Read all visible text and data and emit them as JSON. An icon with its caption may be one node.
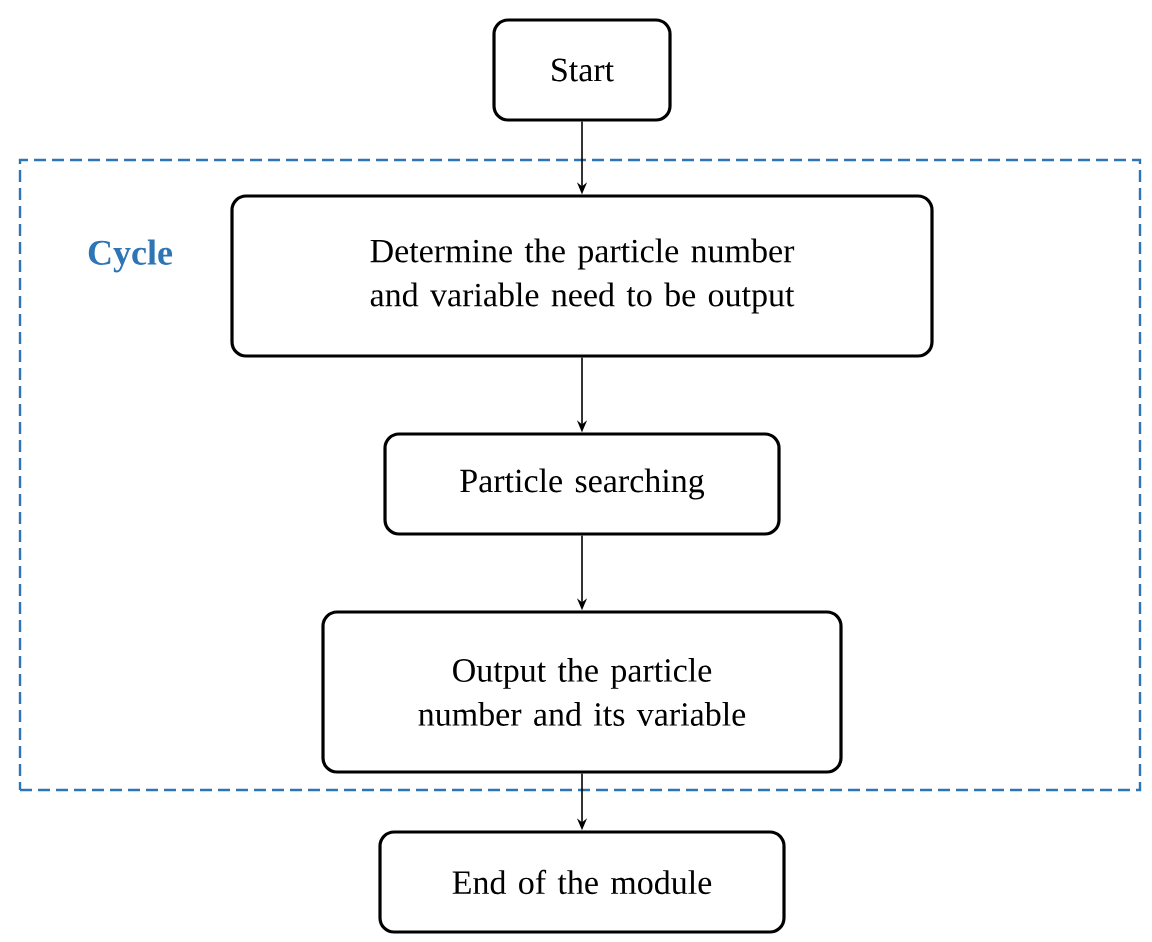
{
  "diagram": {
    "nodes": [
      {
        "text": [
          "Cycle"
        ]
      },
      {
        "text": [
          "Start"
        ]
      },
      {
        "text": [
          "Determine the particle number and variable need to be output"
        ],
        "in": 0
      },
      {
        "text": [
          "Particle searching"
        ],
        "in": 0
      },
      {
        "text": [
          "Output the  particle number and its variable"
        ],
        "in": 0
      },
      {
        "text": [
          "End of the module"
        ]
      }
    ],
    "edges": [
      {
        "from": 1,
        "to": 2,
        "arrow": "to"
      },
      {
        "from": 2,
        "to": 3,
        "arrow": "to"
      },
      {
        "from": 3,
        "to": 4,
        "arrow": "to"
      },
      {
        "from": 4,
        "to": 5,
        "arrow": "to"
      }
    ]
  }
}
